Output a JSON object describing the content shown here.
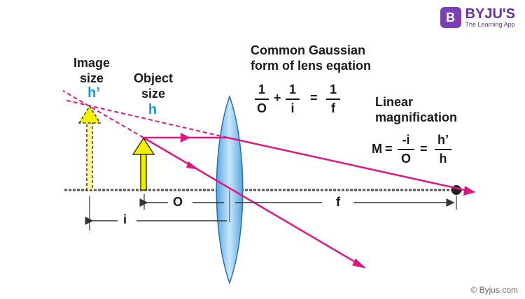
{
  "brand": {
    "logo_letter": "B",
    "name": "BYJU'S",
    "tagline": "The Learning App"
  },
  "labels": {
    "image_size": [
      "Image",
      "size"
    ],
    "image_var": "h’",
    "object_size": [
      "Object",
      "size"
    ],
    "object_var": "h",
    "dist_o": "O",
    "dist_f": "f",
    "dist_i": "i"
  },
  "gaussian": {
    "title_line1": "Common Gaussian",
    "title_line2": "form of lens eqation",
    "term1_num": "1",
    "term1_den": "O",
    "plus": "+",
    "term2_num": "1",
    "term2_den": "i",
    "equals": "=",
    "term3_num": "1",
    "term3_den": "f"
  },
  "magnification": {
    "title_line1": "Linear",
    "title_line2": "magnification",
    "lhs": "M",
    "eq1": "=",
    "frac1_num": "-i",
    "frac1_den": "O",
    "eq2": "=",
    "frac2_num": "h’",
    "frac2_den": "h"
  },
  "copyright": "© Byjus.com",
  "colors": {
    "ray": "#e0157f",
    "arrow_fill": "#f5f000",
    "arrow_stroke": "#3b3b00",
    "lens_fill": "#8ec8f0",
    "lens_stroke": "#2a6fb0",
    "axis": "#555555",
    "accent": "#1a9ad6",
    "brand": "#7a3fb5"
  }
}
